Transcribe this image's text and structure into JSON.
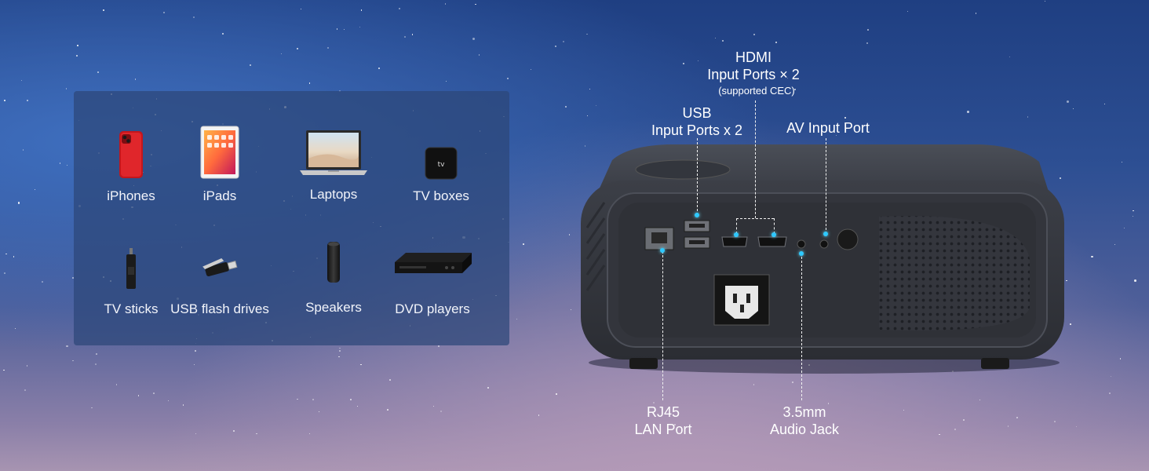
{
  "devices": [
    {
      "label": "iPhones",
      "icon": "iphone-icon"
    },
    {
      "label": "iPads",
      "icon": "ipad-icon"
    },
    {
      "label": "Laptops",
      "icon": "laptop-icon"
    },
    {
      "label": "TV boxes",
      "icon": "tv-box-icon"
    },
    {
      "label": "TV sticks",
      "icon": "tv-stick-icon"
    },
    {
      "label": "USB flash drives",
      "icon": "usb-flash-drive-icon"
    },
    {
      "label": "Speakers",
      "icon": "speaker-icon"
    },
    {
      "label": "DVD players",
      "icon": "dvd-player-icon"
    }
  ],
  "ports": {
    "hdmi": {
      "line1": "HDMI",
      "line2": "Input Ports × 2",
      "line3": "(supported CEC)"
    },
    "usb": {
      "line1": "USB",
      "line2": "Input Ports x 2"
    },
    "av": {
      "line1": "AV Input Port"
    },
    "rj45": {
      "line1": "RJ45",
      "line2": "LAN Port"
    },
    "audio": {
      "line1": "3.5mm",
      "line2": "Audio Jack"
    }
  },
  "colors": {
    "accent_dot": "#2ec9ff",
    "panel": "#2c4678",
    "projector": "#3a3d45"
  }
}
